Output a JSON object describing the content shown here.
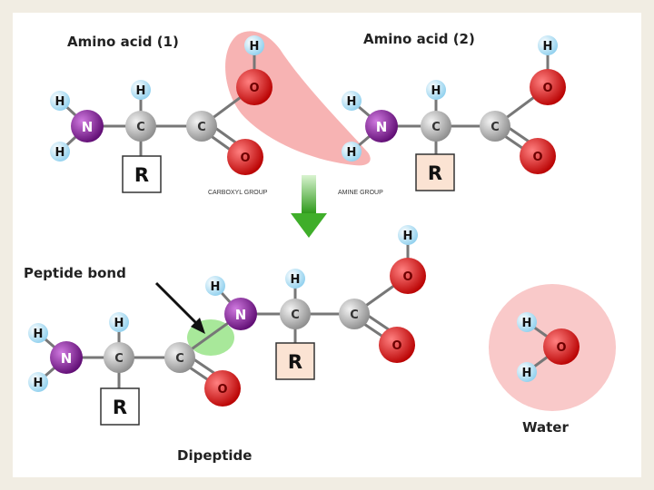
{
  "labels": {
    "amino1": "Amino acid (1)",
    "amino2": "Amino acid (2)",
    "carboxyl": "CARBOXYL GROUP",
    "amine": "AMINE GROUP",
    "peptide_bond": "Peptide bond",
    "dipeptide": "Dipeptide",
    "water": "Water"
  },
  "atoms": {
    "H": "H",
    "N": "N",
    "C": "C",
    "O": "O",
    "R": "R"
  },
  "colors": {
    "hydrogen": "#bfe6f7",
    "nitrogen": "#8a1aa0",
    "carbon": "#b8b8b8",
    "oxygen": "#e01818",
    "highlight_red": "#f38b8b",
    "water_circle": "#f9c9c9",
    "peptide_highlight": "#a8e89a",
    "arrow_green": "#3fae2a"
  }
}
